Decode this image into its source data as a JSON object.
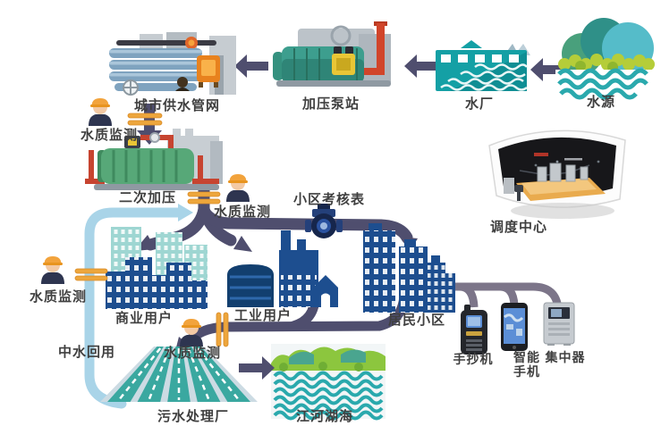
{
  "nodes": {
    "water_source": {
      "label": "水源"
    },
    "water_plant": {
      "label": "水厂"
    },
    "pump_station": {
      "label": "加压泵站"
    },
    "city_network": {
      "label": "城市供水管网"
    },
    "monitor_top": {
      "label": "水质监测"
    },
    "secondary_pressure": {
      "label": "二次加压"
    },
    "monitor_mid": {
      "label": "水质监测"
    },
    "district_meter": {
      "label": "小区考核表"
    },
    "dispatch_center": {
      "label": "调度中心"
    },
    "monitor_left": {
      "label": "水质监测"
    },
    "commercial_users": {
      "label": "商业用户"
    },
    "industrial_users": {
      "label": "工业用户"
    },
    "residential_area": {
      "label": "居民小区"
    },
    "water_reuse": {
      "label": "中水回用"
    },
    "monitor_sewage": {
      "label": "水质监测"
    },
    "sewage_plant": {
      "label": "污水处理厂"
    },
    "rivers_lakes_seas": {
      "label": "江河湖海"
    },
    "handheld_reader": {
      "label": "手抄机"
    },
    "smartphone": {
      "label_line1": "智能",
      "label_line2": "手机"
    },
    "concentrator": {
      "label": "集中器"
    }
  },
  "palette": {
    "arrow_dark": "#4f4e6e",
    "device_pipe": "#7c7589",
    "reuse_blue": "#a9d4e8",
    "monitor_orange": "#eda63c",
    "building_navy": "#1d4e8f",
    "building_teal": "#9ed6d2",
    "water_teal": "#2aa9ad",
    "machine_green": "#57a878",
    "machine_teal": "#3d9e8e",
    "pipe_red": "#c74430",
    "label_text": "#3f3f3f"
  }
}
